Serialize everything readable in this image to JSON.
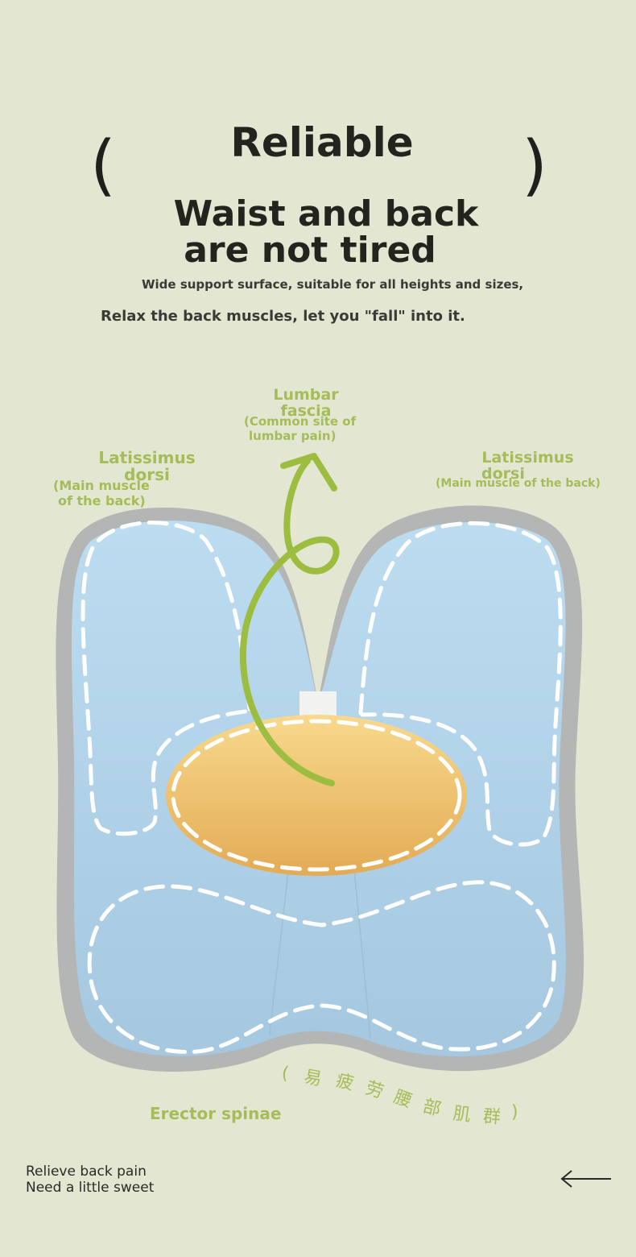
{
  "header": {
    "open_paren": "(",
    "close_paren": ")",
    "title": "Reliable",
    "headline_line1": "Waist and back",
    "headline_line2": "are not tired",
    "subtitle_line1": "Wide support surface, suitable for all heights and sizes,",
    "subtitle_line2": "Relax the back muscles, let you \"fall\" into it."
  },
  "labels": {
    "lumbar_title_line1": "Lumbar",
    "lumbar_title_line2": "fascia",
    "lumbar_sub_line1": "(Common site of",
    "lumbar_sub_line2": "lumbar pain)",
    "lat_left_title_line1": "Latissimus",
    "lat_left_title_line2": "dorsi",
    "lat_left_sub_line1": "(Main muscle",
    "lat_left_sub_line2": "of the back)",
    "lat_right_title_line1": "Latissimus",
    "lat_right_title_line2": "dorsi",
    "lat_right_sub": "(Main muscle of the back)",
    "erector": "Erector spinae",
    "cjk_chars": [
      "(",
      "易",
      "疲",
      "劳",
      "腰",
      "部",
      "肌",
      "群",
      ")"
    ]
  },
  "footer": {
    "line1": "Relieve back pain",
    "line2": "Need a little sweet",
    "arrow_icon": "left-arrow-icon"
  },
  "colors": {
    "background": "#e3e7d1",
    "accent_green": "#a4bd58",
    "cushion_blue": "#b7d7ec",
    "pillow_yellow": "#f2c56a"
  }
}
